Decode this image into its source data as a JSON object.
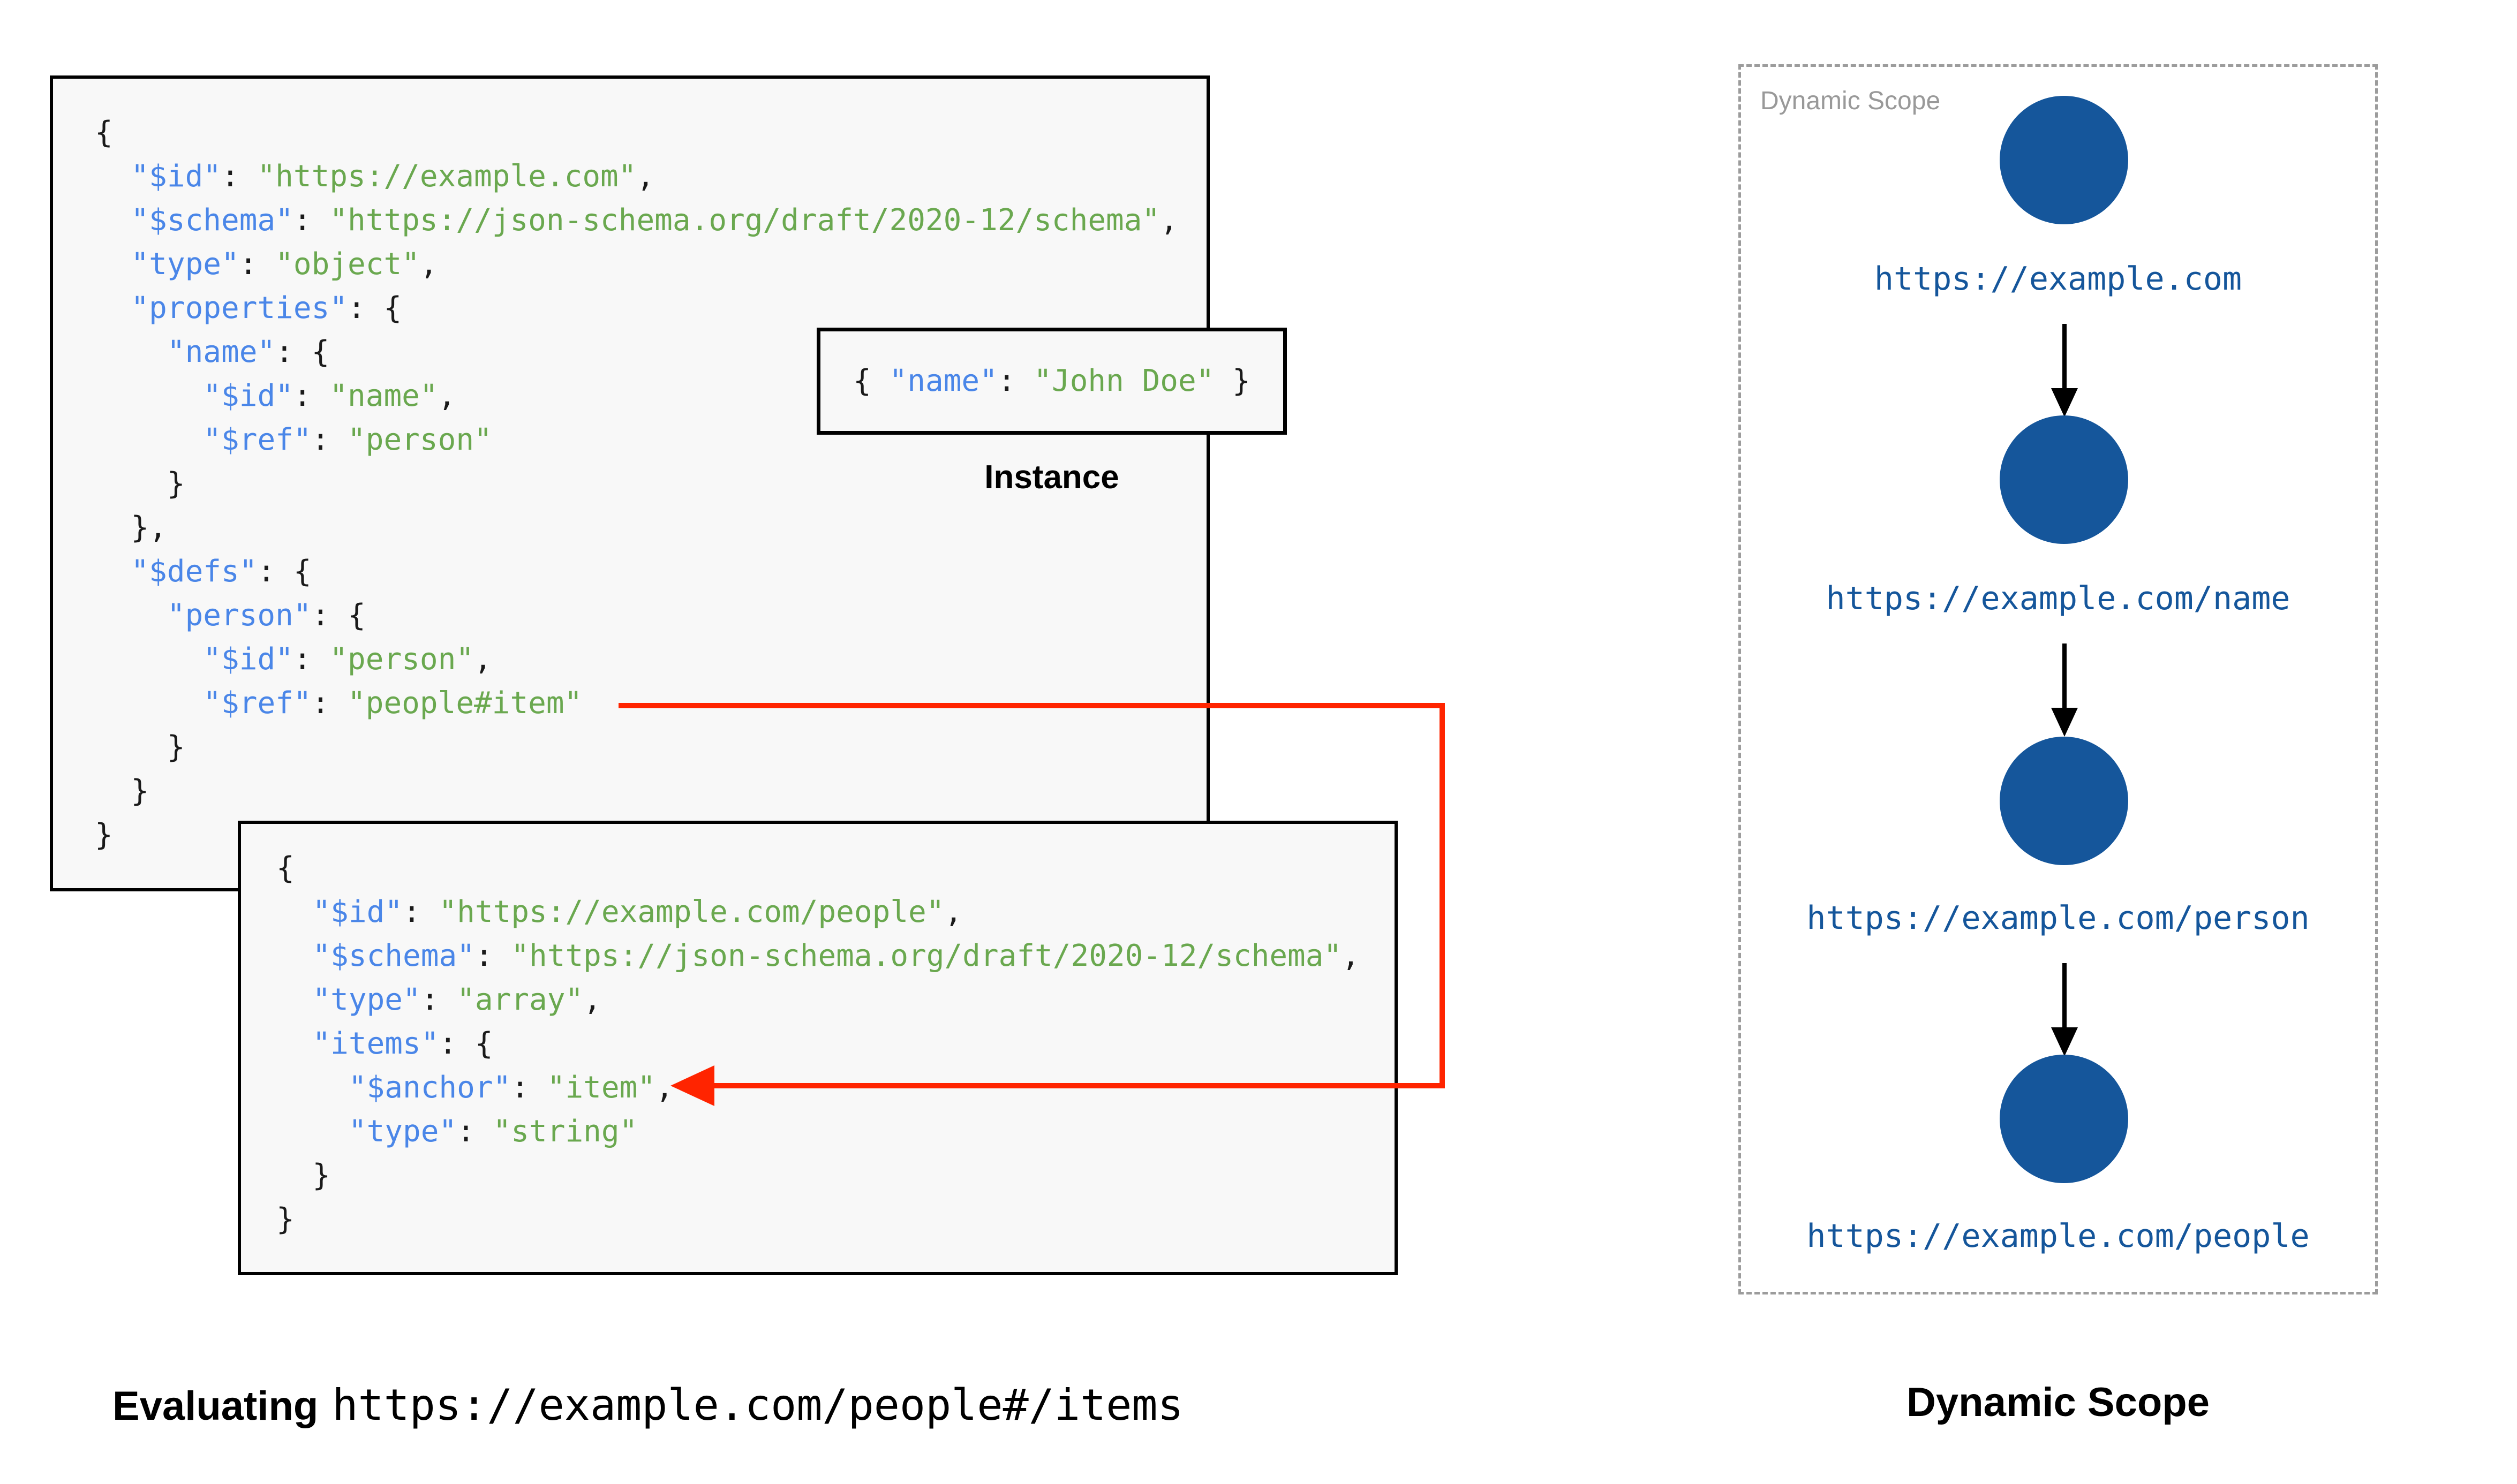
{
  "colors": {
    "code_key": "#4a86e8",
    "code_string": "#6aa84f",
    "code_punct": "#1a1a1a",
    "node_blue": "#15569b",
    "arrow_red": "#ff2400",
    "panel_gray": "#9c9c9c",
    "box_background": "#f8f8f8"
  },
  "schema_box": {
    "lines": [
      [
        [
          "p",
          "{"
        ]
      ],
      [
        [
          "p",
          "  "
        ],
        [
          "k",
          "\"$id\""
        ],
        [
          "p",
          ": "
        ],
        [
          "s",
          "\"https://example.com\""
        ],
        [
          "p",
          ","
        ]
      ],
      [
        [
          "p",
          "  "
        ],
        [
          "k",
          "\"$schema\""
        ],
        [
          "p",
          ": "
        ],
        [
          "s",
          "\"https://json-schema.org/draft/2020-12/schema\""
        ],
        [
          "p",
          ","
        ]
      ],
      [
        [
          "p",
          "  "
        ],
        [
          "k",
          "\"type\""
        ],
        [
          "p",
          ": "
        ],
        [
          "s",
          "\"object\""
        ],
        [
          "p",
          ","
        ]
      ],
      [
        [
          "p",
          "  "
        ],
        [
          "k",
          "\"properties\""
        ],
        [
          "p",
          ": {"
        ]
      ],
      [
        [
          "p",
          "    "
        ],
        [
          "k",
          "\"name\""
        ],
        [
          "p",
          ": {"
        ]
      ],
      [
        [
          "p",
          "      "
        ],
        [
          "k",
          "\"$id\""
        ],
        [
          "p",
          ": "
        ],
        [
          "s",
          "\"name\""
        ],
        [
          "p",
          ","
        ]
      ],
      [
        [
          "p",
          "      "
        ],
        [
          "k",
          "\"$ref\""
        ],
        [
          "p",
          ": "
        ],
        [
          "s",
          "\"person\""
        ]
      ],
      [
        [
          "p",
          "    }"
        ]
      ],
      [
        [
          "p",
          "  },"
        ]
      ],
      [
        [
          "p",
          "  "
        ],
        [
          "k",
          "\"$defs\""
        ],
        [
          "p",
          ": {"
        ]
      ],
      [
        [
          "p",
          "    "
        ],
        [
          "k",
          "\"person\""
        ],
        [
          "p",
          ": {"
        ]
      ],
      [
        [
          "p",
          "      "
        ],
        [
          "k",
          "\"$id\""
        ],
        [
          "p",
          ": "
        ],
        [
          "s",
          "\"person\""
        ],
        [
          "p",
          ","
        ]
      ],
      [
        [
          "p",
          "      "
        ],
        [
          "k",
          "\"$ref\""
        ],
        [
          "p",
          ": "
        ],
        [
          "s",
          "\"people#item\""
        ]
      ],
      [
        [
          "p",
          "    }"
        ]
      ],
      [
        [
          "p",
          "  }"
        ]
      ],
      [
        [
          "p",
          "}"
        ]
      ]
    ]
  },
  "people_box": {
    "lines": [
      [
        [
          "p",
          "{"
        ]
      ],
      [
        [
          "p",
          "  "
        ],
        [
          "k",
          "\"$id\""
        ],
        [
          "p",
          ": "
        ],
        [
          "s",
          "\"https://example.com/people\""
        ],
        [
          "p",
          ","
        ]
      ],
      [
        [
          "p",
          "  "
        ],
        [
          "k",
          "\"$schema\""
        ],
        [
          "p",
          ": "
        ],
        [
          "s",
          "\"https://json-schema.org/draft/2020-12/schema\""
        ],
        [
          "p",
          ","
        ]
      ],
      [
        [
          "p",
          "  "
        ],
        [
          "k",
          "\"type\""
        ],
        [
          "p",
          ": "
        ],
        [
          "s",
          "\"array\""
        ],
        [
          "p",
          ","
        ]
      ],
      [
        [
          "p",
          "  "
        ],
        [
          "k",
          "\"items\""
        ],
        [
          "p",
          ": {"
        ]
      ],
      [
        [
          "p",
          "    "
        ],
        [
          "k",
          "\"$anchor\""
        ],
        [
          "p",
          ": "
        ],
        [
          "s",
          "\"item\""
        ],
        [
          "p",
          ","
        ]
      ],
      [
        [
          "p",
          "    "
        ],
        [
          "k",
          "\"type\""
        ],
        [
          "p",
          ": "
        ],
        [
          "s",
          "\"string\""
        ]
      ],
      [
        [
          "p",
          "  }"
        ]
      ],
      [
        [
          "p",
          "}"
        ]
      ]
    ]
  },
  "instance_box": {
    "lines": [
      [
        [
          "p",
          "{ "
        ],
        [
          "k",
          "\"name\""
        ],
        [
          "p",
          ": "
        ],
        [
          "s",
          "\"John Doe\""
        ],
        [
          "p",
          " }"
        ]
      ]
    ],
    "caption": "Instance"
  },
  "scope_panel": {
    "label": "Dynamic Scope",
    "nodes": [
      {
        "url": "https://example.com"
      },
      {
        "url": "https://example.com/name"
      },
      {
        "url": "https://example.com/person"
      },
      {
        "url": "https://example.com/people"
      }
    ],
    "caption": "Dynamic Scope"
  },
  "footer": {
    "evaluating_label": "Evaluating",
    "evaluating_url": "https://example.com/people#/items"
  }
}
